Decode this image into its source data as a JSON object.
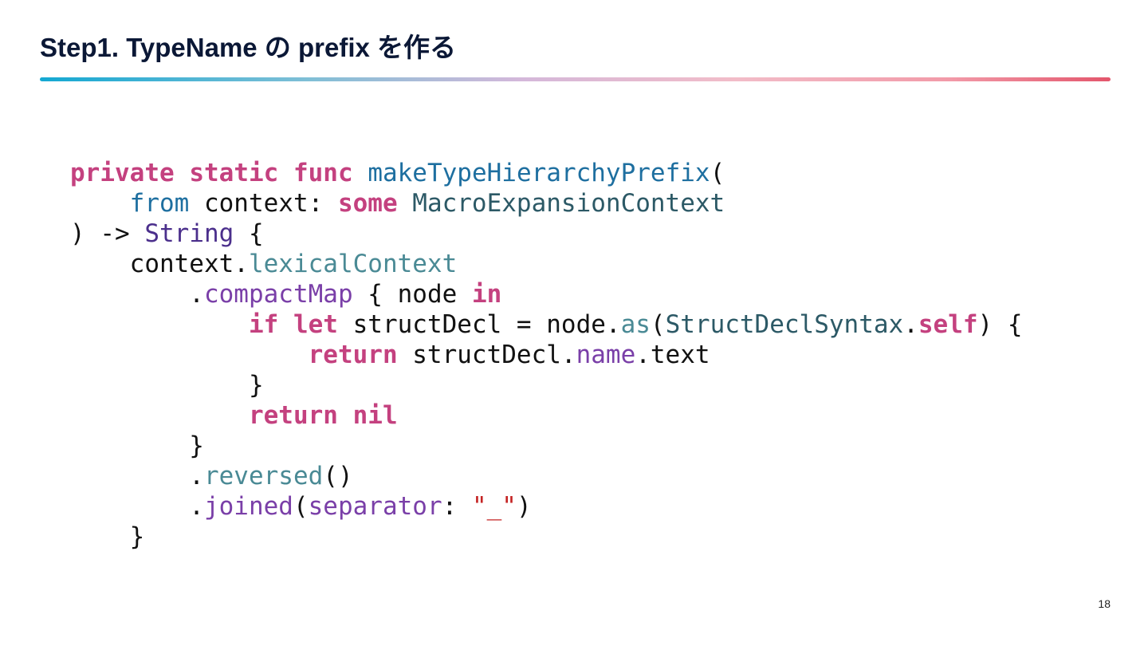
{
  "slide": {
    "title": "Step1. TypeName の prefix を作る",
    "page_number": "18"
  },
  "colors": {
    "title_text": "#0b1836",
    "rule_gradient": [
      "#14a8d2",
      "#d4b8da",
      "#f2bcc8",
      "#e3566c"
    ],
    "keyword": "#c4417f",
    "function_name": "#1e6fa0",
    "type_name": "#2c5966",
    "builtin_type": "#4b2f8c",
    "member": "#4a8a95",
    "member_call": "#7a3fa8",
    "string_literal": "#c42323"
  },
  "code": {
    "language": "Swift",
    "lines": [
      [
        {
          "t": "private",
          "k": "kw"
        },
        {
          "t": " ",
          "k": "plain"
        },
        {
          "t": "static",
          "k": "kw"
        },
        {
          "t": " ",
          "k": "plain"
        },
        {
          "t": "func",
          "k": "kw"
        },
        {
          "t": " ",
          "k": "plain"
        },
        {
          "t": "makeTypeHierarchyPrefix",
          "k": "fn"
        },
        {
          "t": "(",
          "k": "plain"
        }
      ],
      [
        {
          "t": "    ",
          "k": "plain"
        },
        {
          "t": "from",
          "k": "kw2"
        },
        {
          "t": " context: ",
          "k": "plain"
        },
        {
          "t": "some",
          "k": "kw"
        },
        {
          "t": " ",
          "k": "plain"
        },
        {
          "t": "MacroExpansionContext",
          "k": "type"
        }
      ],
      [
        {
          "t": ") -> ",
          "k": "plain"
        },
        {
          "t": "String",
          "k": "type2"
        },
        {
          "t": " {",
          "k": "plain"
        }
      ],
      [
        {
          "t": "    context.",
          "k": "plain"
        },
        {
          "t": "lexicalContext",
          "k": "member"
        }
      ],
      [
        {
          "t": "        .",
          "k": "plain"
        },
        {
          "t": "compactMap",
          "k": "member2"
        },
        {
          "t": " { node ",
          "k": "plain"
        },
        {
          "t": "in",
          "k": "kw"
        }
      ],
      [
        {
          "t": "            ",
          "k": "plain"
        },
        {
          "t": "if",
          "k": "kw"
        },
        {
          "t": " ",
          "k": "plain"
        },
        {
          "t": "let",
          "k": "kw"
        },
        {
          "t": " structDecl = node.",
          "k": "plain"
        },
        {
          "t": "as",
          "k": "member"
        },
        {
          "t": "(",
          "k": "plain"
        },
        {
          "t": "StructDeclSyntax",
          "k": "type"
        },
        {
          "t": ".",
          "k": "plain"
        },
        {
          "t": "self",
          "k": "kw"
        },
        {
          "t": ") {",
          "k": "plain"
        }
      ],
      [
        {
          "t": "                ",
          "k": "plain"
        },
        {
          "t": "return",
          "k": "kw"
        },
        {
          "t": " structDecl.",
          "k": "plain"
        },
        {
          "t": "name",
          "k": "member2"
        },
        {
          "t": ".text",
          "k": "plain"
        }
      ],
      [
        {
          "t": "            }",
          "k": "plain"
        }
      ],
      [
        {
          "t": "            ",
          "k": "plain"
        },
        {
          "t": "return",
          "k": "kw"
        },
        {
          "t": " ",
          "k": "plain"
        },
        {
          "t": "nil",
          "k": "kw"
        }
      ],
      [
        {
          "t": "        }",
          "k": "plain"
        }
      ],
      [
        {
          "t": "        .",
          "k": "plain"
        },
        {
          "t": "reversed",
          "k": "member"
        },
        {
          "t": "()",
          "k": "plain"
        }
      ],
      [
        {
          "t": "        .",
          "k": "plain"
        },
        {
          "t": "joined",
          "k": "member2"
        },
        {
          "t": "(",
          "k": "plain"
        },
        {
          "t": "separator",
          "k": "member2"
        },
        {
          "t": ": ",
          "k": "plain"
        },
        {
          "t": "\"_\"",
          "k": "str"
        },
        {
          "t": ")",
          "k": "plain"
        }
      ],
      [
        {
          "t": "    }",
          "k": "plain"
        }
      ]
    ]
  }
}
